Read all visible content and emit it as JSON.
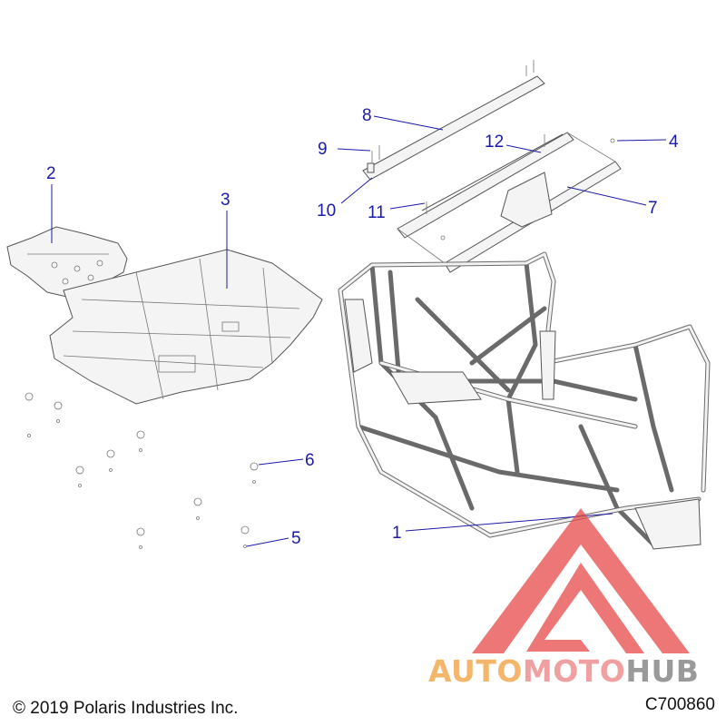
{
  "callouts": [
    {
      "id": "1",
      "text": "1"
    },
    {
      "id": "2",
      "text": "2"
    },
    {
      "id": "3",
      "text": "3"
    },
    {
      "id": "4",
      "text": "4"
    },
    {
      "id": "5",
      "text": "5"
    },
    {
      "id": "6",
      "text": "6"
    },
    {
      "id": "7",
      "text": "7"
    },
    {
      "id": "8",
      "text": "8"
    },
    {
      "id": "9",
      "text": "9"
    },
    {
      "id": "10",
      "text": "10"
    },
    {
      "id": "11",
      "text": "11"
    },
    {
      "id": "12",
      "text": "12"
    }
  ],
  "footer": {
    "copyright": "© 2019 Polaris Industries Inc.",
    "code": "C700860"
  },
  "watermark": {
    "part1": "AUTO",
    "part2": "MOTO",
    "part3": "HUB",
    "colors": {
      "logo": "#e84a4a",
      "auto": "#f4b66a",
      "moto": "#f0a0a0",
      "hub": "#9a9a9a"
    }
  },
  "colors": {
    "callout": "#1a1aa8",
    "line_art": "#555555"
  }
}
